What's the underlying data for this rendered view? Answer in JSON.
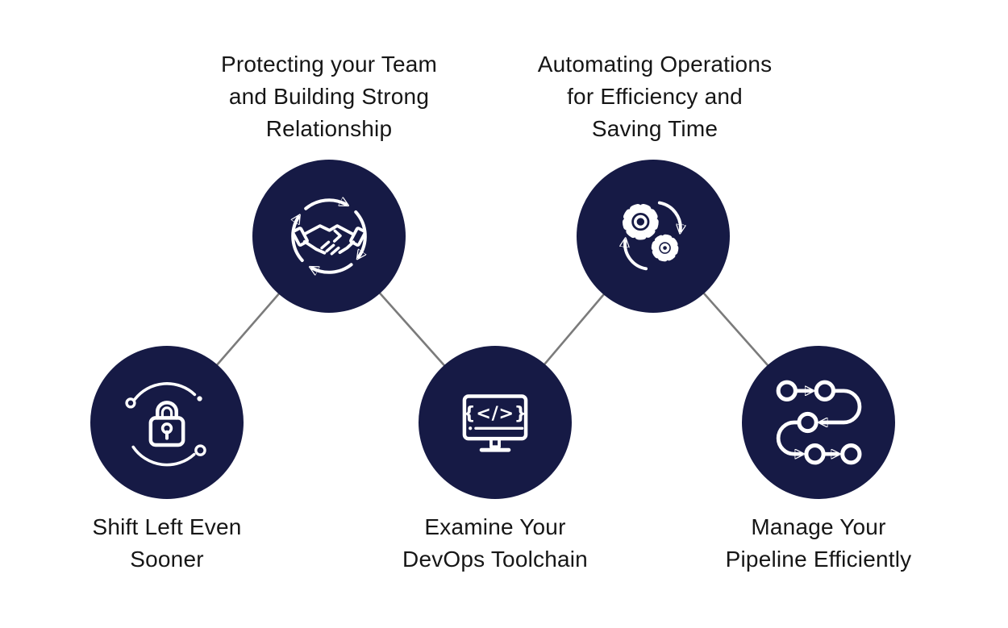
{
  "diagram": {
    "colors": {
      "background": "#ffffff",
      "circle": "#161a45",
      "icon": "#ffffff",
      "connector": "#7b7b7b",
      "label": "#161616"
    },
    "nodes": [
      {
        "id": "shift-left",
        "icon": "lock-security-cycle-icon",
        "row": "bottom",
        "label": "Shift Left Even\nSooner"
      },
      {
        "id": "protect-team",
        "icon": "handshake-cycle-icon",
        "row": "top",
        "label": "Protecting your Team\nand Building Strong\nRelationship"
      },
      {
        "id": "examine-toolchain",
        "icon": "code-monitor-icon",
        "row": "bottom",
        "label": "Examine Your\nDevOps Toolchain"
      },
      {
        "id": "automate-ops",
        "icon": "gears-sync-icon",
        "row": "top",
        "label": "Automating Operations\nfor Efficiency and\nSaving Time"
      },
      {
        "id": "manage-pipeline",
        "icon": "pipeline-flow-icon",
        "row": "bottom",
        "label": "Manage Your\nPipeline Efficiently"
      }
    ],
    "connections": [
      [
        "shift-left",
        "protect-team"
      ],
      [
        "protect-team",
        "examine-toolchain"
      ],
      [
        "examine-toolchain",
        "automate-ops"
      ],
      [
        "automate-ops",
        "manage-pipeline"
      ]
    ],
    "monitor_code_text": "{</>}"
  }
}
